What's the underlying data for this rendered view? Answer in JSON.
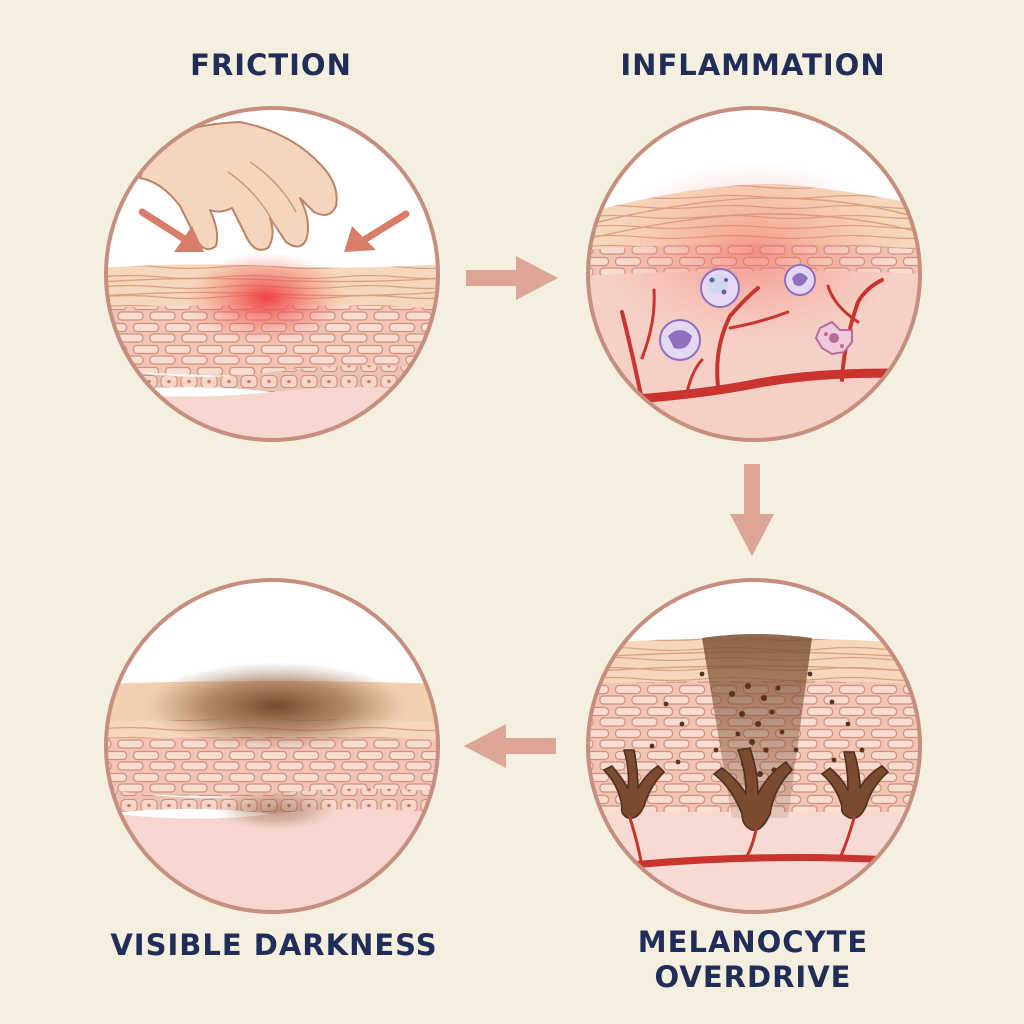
{
  "diagram": {
    "stages": [
      {
        "id": "friction",
        "title": "FRICTION"
      },
      {
        "id": "inflammation",
        "title": "INFLAMMATION"
      },
      {
        "id": "melanocyte-overdrive",
        "title": "MELANOCYTE OVERDRIVE"
      },
      {
        "id": "visible-darkness",
        "title": "VISIBLE DARKNESS"
      }
    ],
    "flow": [
      "friction",
      "inflammation",
      "melanocyte-overdrive",
      "visible-darkness"
    ],
    "colors": {
      "background": "#f5efdf",
      "title": "#1f2d58",
      "ring": "#c68e7e",
      "arrow": "#dca597",
      "inflammation_red": "#ee5050",
      "blood_vessel": "#c9342e",
      "melanin": "#6b4026",
      "immune_cell": "#b39ad6"
    }
  }
}
